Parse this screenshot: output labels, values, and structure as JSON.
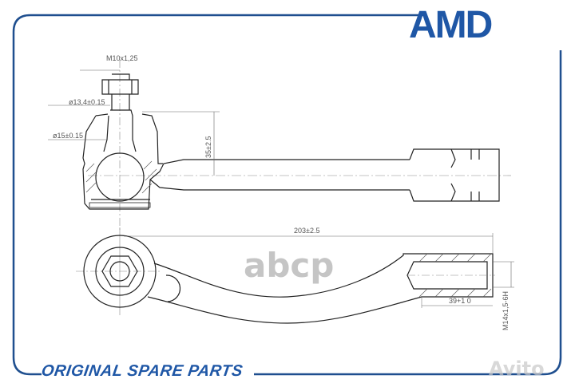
{
  "brand": {
    "logo_text": "AMD",
    "tagline": "ORIGINAL SPARE PARTS",
    "color": "#1f57a6"
  },
  "dimensions": {
    "thread_stud": "M10x1,25",
    "dia_upper": "ø13,4±0.15",
    "dia_lower": "ø15±0.15",
    "height": "35±2.5",
    "length": "203±2.5",
    "thread_depth": "39+1 0",
    "thread_socket": "M14x1,5-6H"
  },
  "watermarks": {
    "center": "abcp",
    "corner": "Avito"
  }
}
